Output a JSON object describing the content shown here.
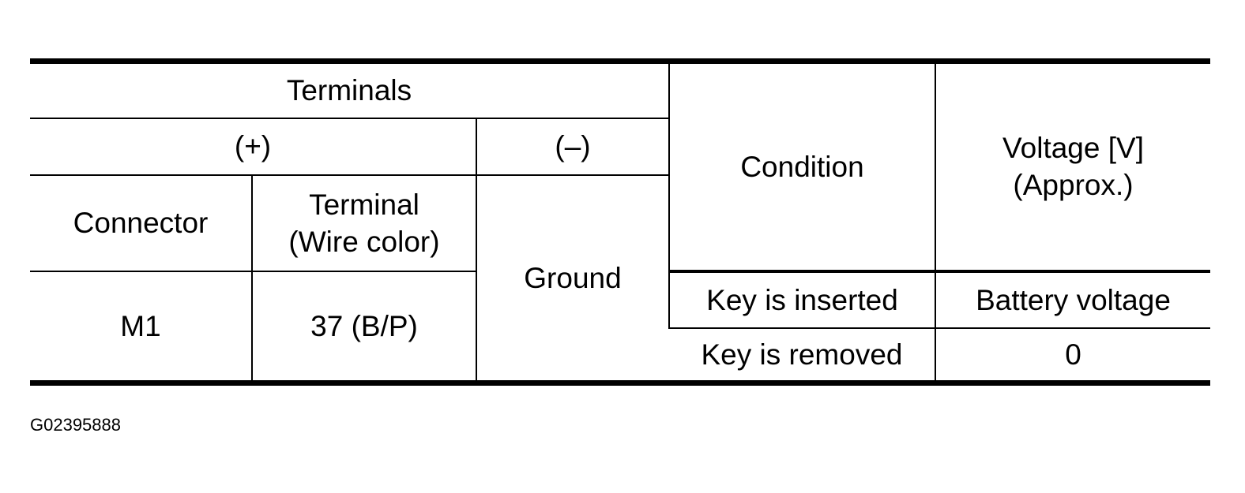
{
  "table": {
    "header": {
      "terminals": "Terminals",
      "plus": "(+)",
      "minus": "(–)",
      "condition": "Condition",
      "voltage": "Voltage [V]\n(Approx.)",
      "connector": "Connector",
      "terminal": "Terminal\n(Wire color)"
    },
    "body": {
      "connector": "M1",
      "terminal": "37 (B/P)",
      "ground": "Ground",
      "rows": [
        {
          "condition": "Key is inserted",
          "voltage": "Battery voltage"
        },
        {
          "condition": "Key is removed",
          "voltage": "0"
        }
      ]
    }
  },
  "figure_id": "G02395888"
}
